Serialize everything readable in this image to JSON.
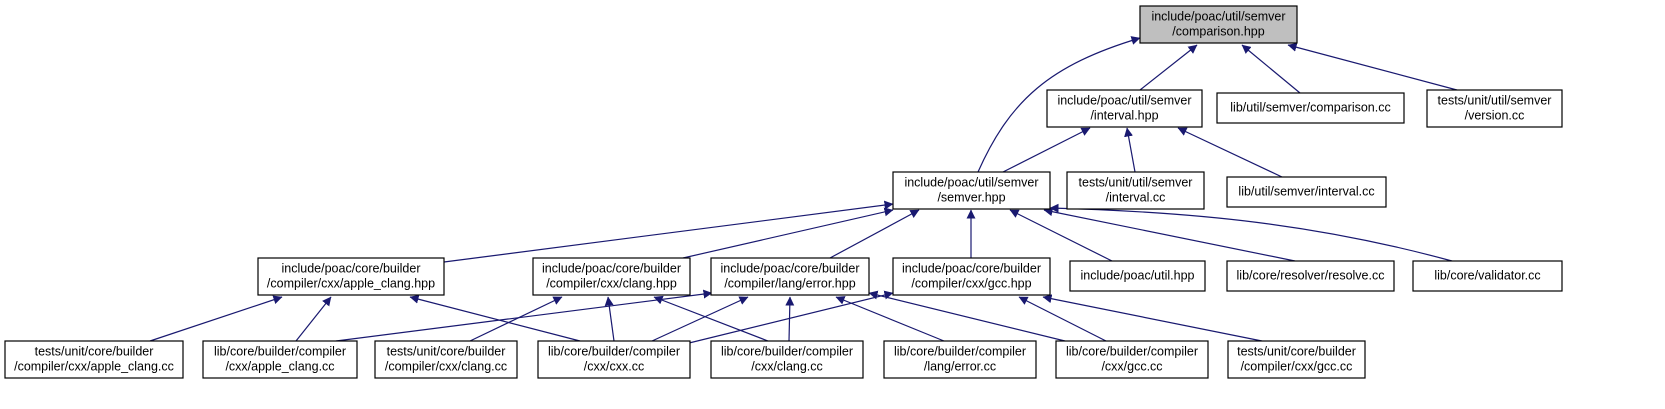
{
  "diagram": {
    "title": "",
    "colors": {
      "edge": "#191970",
      "node_fill": "#ffffff",
      "highlight_fill": "#bfbfbf",
      "node_border": "#000000"
    },
    "nodes": [
      {
        "id": "comparison_hpp",
        "lines": [
          "include/poac/util/semver",
          "/comparison.hpp"
        ],
        "highlight": true
      },
      {
        "id": "interval_hpp",
        "lines": [
          "include/poac/util/semver",
          "/interval.hpp"
        ]
      },
      {
        "id": "comparison_cc",
        "lines": [
          "lib/util/semver/comparison.cc"
        ]
      },
      {
        "id": "tests_version_cc",
        "lines": [
          "tests/unit/util/semver",
          "/version.cc"
        ]
      },
      {
        "id": "semver_hpp",
        "lines": [
          "include/poac/util/semver",
          "/semver.hpp"
        ]
      },
      {
        "id": "tests_interval_cc",
        "lines": [
          "tests/unit/util/semver",
          "/interval.cc"
        ]
      },
      {
        "id": "interval_cc",
        "lines": [
          "lib/util/semver/interval.cc"
        ]
      },
      {
        "id": "apple_clang_hpp",
        "lines": [
          "include/poac/core/builder",
          "/compiler/cxx/apple_clang.hpp"
        ]
      },
      {
        "id": "clang_hpp",
        "lines": [
          "include/poac/core/builder",
          "/compiler/cxx/clang.hpp"
        ]
      },
      {
        "id": "error_hpp",
        "lines": [
          "include/poac/core/builder",
          "/compiler/lang/error.hpp"
        ]
      },
      {
        "id": "gcc_hpp",
        "lines": [
          "include/poac/core/builder",
          "/compiler/cxx/gcc.hpp"
        ]
      },
      {
        "id": "util_hpp",
        "lines": [
          "include/poac/util.hpp"
        ]
      },
      {
        "id": "resolve_cc",
        "lines": [
          "lib/core/resolver/resolve.cc"
        ]
      },
      {
        "id": "validator_cc",
        "lines": [
          "lib/core/validator.cc"
        ]
      },
      {
        "id": "tests_apple_clang_cc",
        "lines": [
          "tests/unit/core/builder",
          "/compiler/cxx/apple_clang.cc"
        ]
      },
      {
        "id": "lib_apple_clang_cc",
        "lines": [
          "lib/core/builder/compiler",
          "/cxx/apple_clang.cc"
        ]
      },
      {
        "id": "tests_clang_cc",
        "lines": [
          "tests/unit/core/builder",
          "/compiler/cxx/clang.cc"
        ]
      },
      {
        "id": "lib_cxx_cc",
        "lines": [
          "lib/core/builder/compiler",
          "/cxx/cxx.cc"
        ]
      },
      {
        "id": "lib_clang_cc",
        "lines": [
          "lib/core/builder/compiler",
          "/cxx/clang.cc"
        ]
      },
      {
        "id": "lib_error_cc",
        "lines": [
          "lib/core/builder/compiler",
          "/lang/error.cc"
        ]
      },
      {
        "id": "lib_gcc_cc",
        "lines": [
          "lib/core/builder/compiler",
          "/cxx/gcc.cc"
        ]
      },
      {
        "id": "tests_gcc_cc",
        "lines": [
          "tests/unit/core/builder",
          "/compiler/cxx/gcc.cc"
        ]
      }
    ],
    "edges": [
      {
        "from": "interval_hpp",
        "to": "comparison_hpp"
      },
      {
        "from": "comparison_cc",
        "to": "comparison_hpp"
      },
      {
        "from": "tests_version_cc",
        "to": "comparison_hpp"
      },
      {
        "from": "semver_hpp",
        "to": "comparison_hpp"
      },
      {
        "from": "semver_hpp",
        "to": "interval_hpp"
      },
      {
        "from": "tests_interval_cc",
        "to": "interval_hpp"
      },
      {
        "from": "interval_cc",
        "to": "interval_hpp"
      },
      {
        "from": "apple_clang_hpp",
        "to": "semver_hpp"
      },
      {
        "from": "clang_hpp",
        "to": "semver_hpp"
      },
      {
        "from": "error_hpp",
        "to": "semver_hpp"
      },
      {
        "from": "gcc_hpp",
        "to": "semver_hpp"
      },
      {
        "from": "util_hpp",
        "to": "semver_hpp"
      },
      {
        "from": "resolve_cc",
        "to": "semver_hpp"
      },
      {
        "from": "validator_cc",
        "to": "semver_hpp"
      },
      {
        "from": "tests_apple_clang_cc",
        "to": "apple_clang_hpp"
      },
      {
        "from": "lib_apple_clang_cc",
        "to": "apple_clang_hpp"
      },
      {
        "from": "lib_cxx_cc",
        "to": "apple_clang_hpp"
      },
      {
        "from": "tests_clang_cc",
        "to": "clang_hpp"
      },
      {
        "from": "lib_cxx_cc",
        "to": "clang_hpp"
      },
      {
        "from": "lib_clang_cc",
        "to": "clang_hpp"
      },
      {
        "from": "lib_apple_clang_cc",
        "to": "error_hpp"
      },
      {
        "from": "lib_cxx_cc",
        "to": "error_hpp"
      },
      {
        "from": "lib_clang_cc",
        "to": "error_hpp"
      },
      {
        "from": "lib_error_cc",
        "to": "error_hpp"
      },
      {
        "from": "lib_gcc_cc",
        "to": "error_hpp"
      },
      {
        "from": "lib_cxx_cc",
        "to": "gcc_hpp"
      },
      {
        "from": "lib_gcc_cc",
        "to": "gcc_hpp"
      },
      {
        "from": "tests_gcc_cc",
        "to": "gcc_hpp"
      }
    ]
  }
}
